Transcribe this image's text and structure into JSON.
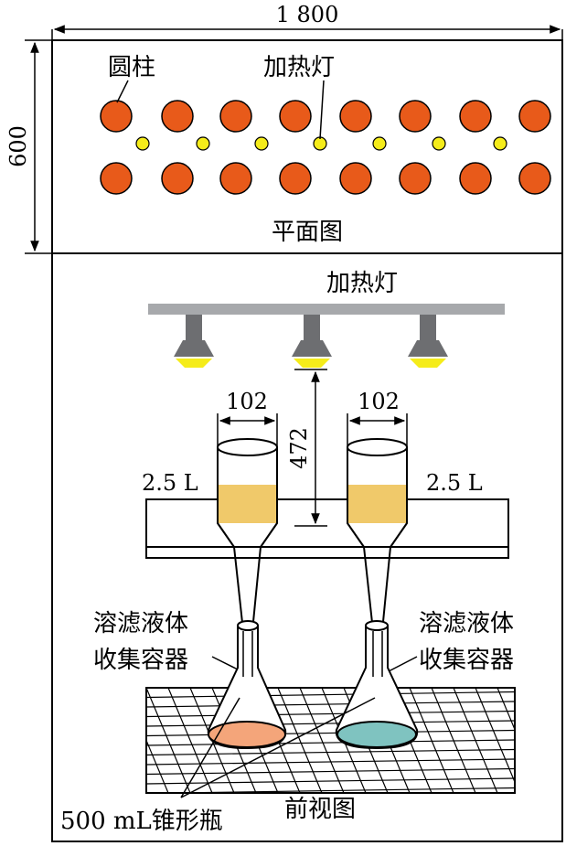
{
  "dimensions": {
    "width": "1 800",
    "height": "600",
    "cup_left": "102",
    "cup_right": "102",
    "lamp_distance": "472"
  },
  "plan_view": {
    "label": "平面图",
    "cylinder_label": "圆柱",
    "lamp_label": "加热灯"
  },
  "front_view": {
    "label": "前视图",
    "lamp_bar_label": "加热灯",
    "volume_left": "2.5 L",
    "volume_right": "2.5 L",
    "collector_left": [
      "溶滤液体",
      "收集容器"
    ],
    "collector_right": [
      "溶滤液体",
      "收集容器"
    ],
    "flask_label": "500 mL锥形瓶"
  },
  "colors": {
    "cylinder": "#e85a1a",
    "lamp": "#f5ec1a",
    "lamp_bar": "#a7a9ac",
    "lamp_head": "#6d6e71",
    "liquid": "#f0c96a",
    "flask_left": "#f4a57a",
    "flask_right": "#7fc3c0"
  }
}
